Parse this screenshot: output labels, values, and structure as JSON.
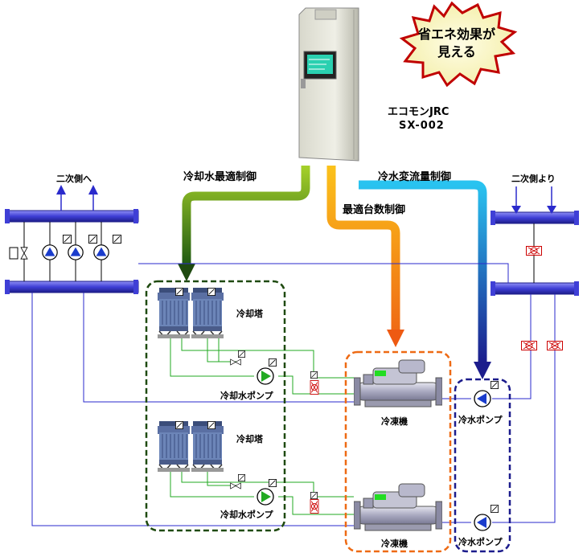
{
  "callout": {
    "line1": "省エネ効果が",
    "line2": "見える"
  },
  "device": {
    "name": "エコモンJRC",
    "model": "SX-002"
  },
  "controls": {
    "cooling_water": "冷却水最適制御",
    "unit_count": "最適台数制御",
    "chilled_water": "冷水変流量制御"
  },
  "secondary": {
    "to": "二次側へ",
    "from": "二次側より"
  },
  "equipment": {
    "cooling_tower_1": "冷却塔",
    "cooling_tower_2": "冷却塔",
    "cw_pump_1": "冷却水ポンプ",
    "cw_pump_2": "冷却水ポンプ",
    "chiller_1": "冷凍機",
    "chiller_2": "冷凍機",
    "chw_pump_1": "冷水ポンプ",
    "chw_pump_2": "冷水ポンプ"
  },
  "colors": {
    "cooling_water_arrow": "#8fc31f",
    "unit_count_arrow": "#f7b500",
    "chilled_water_arrow": "#29b6e8",
    "header_pipe": "#3f3fd6",
    "chw_line": "#2a2acc",
    "cw_line": "#22aa22",
    "valve": "#cc0000"
  }
}
